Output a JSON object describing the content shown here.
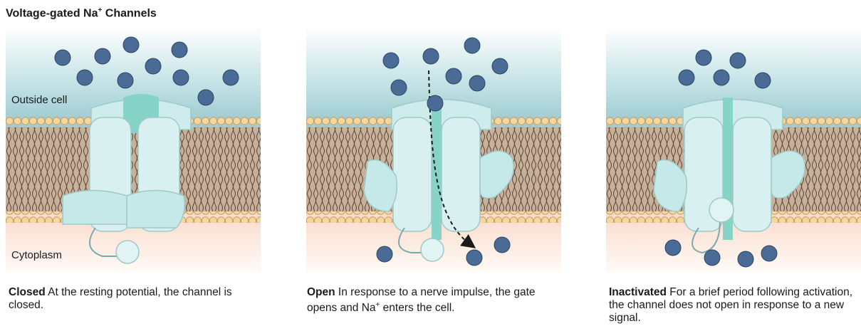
{
  "title": {
    "main": "Voltage-gated Na",
    "sup": "+",
    "rest": " Channels"
  },
  "labels": {
    "outside": "Outside cell",
    "cytoplasm": "Cytoplasm"
  },
  "panels": [
    {
      "state": "Closed",
      "caption": " At the resting potential, the channel is closed."
    },
    {
      "state": "Open",
      "caption": " In response to a nerve impulse, the gate opens and Na",
      "caption_sup": "+",
      "caption_end": " enters the cell."
    },
    {
      "state": "Inactivated",
      "caption": " For a brief period following activation, the channel does not open in response to a new signal."
    }
  ],
  "colors": {
    "ion": "#4a6b96",
    "channel": "#cfecec",
    "channel_dark": "#7fd1c7",
    "lipid_head": "#f3d7a0",
    "tail": "#5b4636",
    "outside_bg": "#a9d3d8",
    "cytoplasm_bg": "#f8d6c6"
  }
}
